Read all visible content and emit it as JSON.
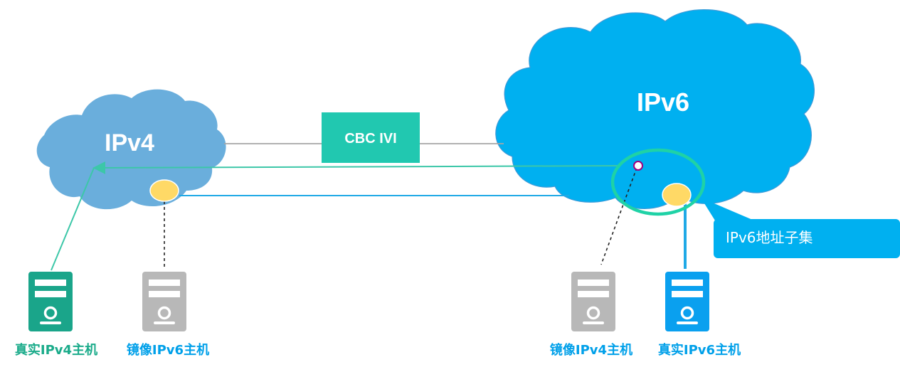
{
  "clouds": {
    "ipv4": {
      "label": "IPv4",
      "color": "#6aaedc"
    },
    "ipv6": {
      "label": "IPv6",
      "color": "#00b0f0"
    }
  },
  "gateway": {
    "label": "CBC IVI",
    "color": "#21c8b0"
  },
  "subset": {
    "label": "IPv6地址子集",
    "color": "#1fd2a6"
  },
  "hosts": {
    "real_ipv4": {
      "label": "真实IPv4主机",
      "color": "#1aab8a"
    },
    "mirror_ipv6": {
      "label": "镜像IPv6主机",
      "color": "#00a0e9"
    },
    "mirror_ipv4": {
      "label": "镜像IPv4主机",
      "color": "#00a0e9"
    },
    "real_ipv6": {
      "label": "真实IPv6主机",
      "color": "#00a0e9"
    }
  },
  "colors": {
    "mirror_server": "#b8b8b8",
    "real_ipv4_server": "#1aa58a",
    "real_ipv6_server": "#0aa0ef",
    "address_dot": "#ffd966",
    "link_green": "#3cc7a8",
    "link_blue": "#1fa9e6",
    "link_gray": "#a6a6a6",
    "marker": "#a0007f"
  }
}
